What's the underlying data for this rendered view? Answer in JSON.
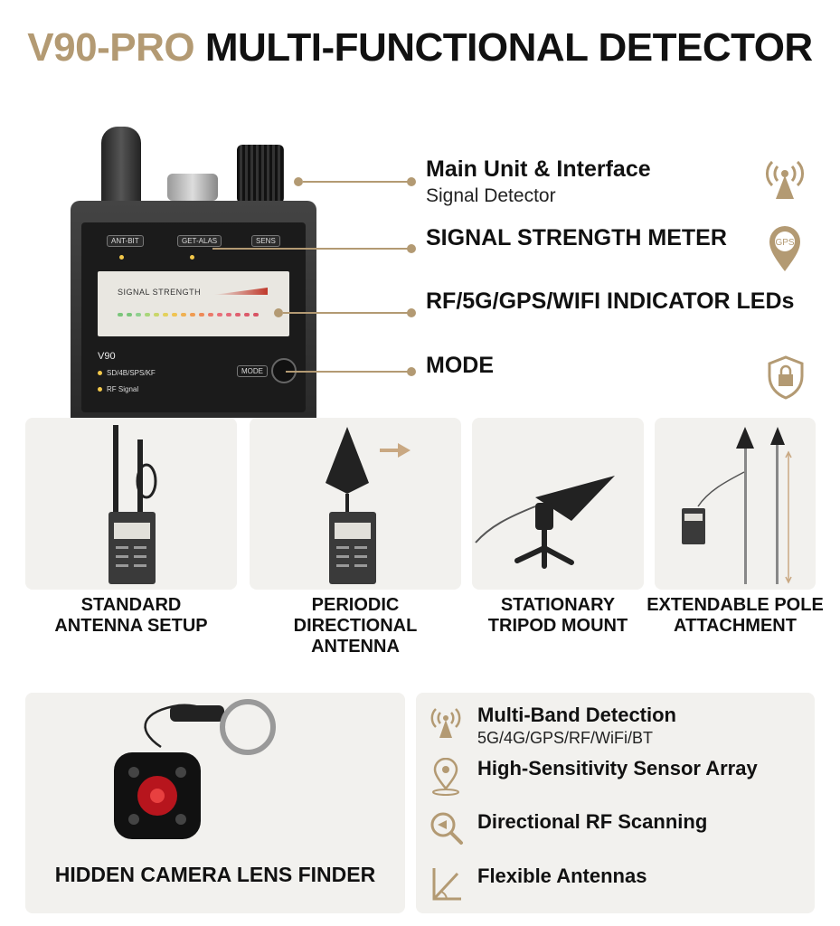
{
  "title": {
    "accent": "V90-PRO",
    "rest": "MULTI-FUNCTIONAL DETECTOR"
  },
  "device": {
    "buttons": [
      "ANT-BIT",
      "GET-ALAS",
      "SENS"
    ],
    "meter_label": "SIGNAL STRENGTH",
    "model": "V90",
    "line1": "SD/4B/SPS/KF",
    "line2": "RF Signal",
    "mode_label": "MODE"
  },
  "callouts": [
    {
      "title": "Main Unit & Interface",
      "subtitle": "Signal Detector",
      "icon": "signal-tower-icon"
    },
    {
      "title": "SIGNAL STRENGTH METER",
      "icon": "gps-pin-icon",
      "icon_text": "GPS"
    },
    {
      "title": "RF/5G/GPS/WIFI INDICATOR LEDs"
    },
    {
      "title": "MODE",
      "icon": "shield-lock-icon"
    }
  ],
  "cards": [
    {
      "label_line1": "STANDARD",
      "label_line2": "ANTENNA SETUP"
    },
    {
      "label_line1": "PERIODIC",
      "label_line2": "DIRECTIONAL ANTENNA"
    },
    {
      "label_line1": "STATIONARY",
      "label_line2": "TRIPOD MOUNT"
    },
    {
      "label_line1": "EXTENDABLE POLE",
      "label_line2": "ATTACHMENT"
    }
  ],
  "lens_finder": {
    "label": "HIDDEN CAMERA LENS FINDER"
  },
  "features": [
    {
      "title": "Multi-Band Detection",
      "subtitle": "5G/4G/GPS/RF/WiFi/BT",
      "icon": "signal-tower-icon"
    },
    {
      "title": "High-Sensitivity Sensor Array",
      "icon": "location-pin-icon"
    },
    {
      "title": "Directional RF Scanning",
      "icon": "scan-magnifier-icon"
    },
    {
      "title": "Flexible Antennas",
      "icon": "antenna-angle-icon"
    }
  ],
  "colors": {
    "accent": "#b39a73",
    "text": "#111111",
    "card_bg": "#f2f1ee"
  }
}
